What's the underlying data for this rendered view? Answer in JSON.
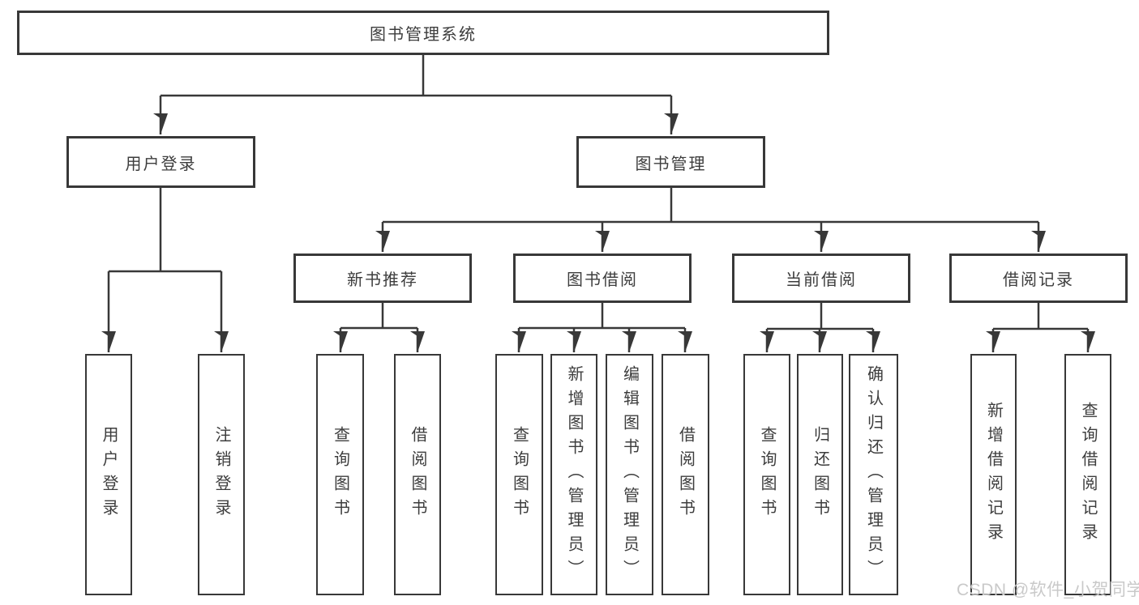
{
  "page": {
    "background_color": "#ffffff",
    "line_color": "#383838",
    "text_color": "#3d3d3d"
  },
  "watermark": {
    "text": "CSDN @软件_小贺同学",
    "color": "#c9c9c9"
  },
  "tree": {
    "root": {
      "label": "图书管理系统"
    },
    "level2": [
      {
        "label": "用户登录",
        "children": [
          {
            "label": "用户登录"
          },
          {
            "label": "注销登录"
          }
        ]
      },
      {
        "label": "图书管理",
        "children": [
          {
            "label": "新书推荐",
            "children": [
              {
                "label": "查询图书"
              },
              {
                "label": "借阅图书"
              }
            ]
          },
          {
            "label": "图书借阅",
            "children": [
              {
                "label": "查询图书"
              },
              {
                "label": "新增图书（管理员）"
              },
              {
                "label": "编辑图书（管理员）"
              },
              {
                "label": "借阅图书"
              }
            ]
          },
          {
            "label": "当前借阅",
            "children": [
              {
                "label": "查询图书"
              },
              {
                "label": "归还图书"
              },
              {
                "label": "确认归还（管理员）"
              }
            ]
          },
          {
            "label": "借阅记录",
            "children": [
              {
                "label": "新增借阅记录"
              },
              {
                "label": "查询借阅记录"
              }
            ]
          }
        ]
      }
    ]
  }
}
